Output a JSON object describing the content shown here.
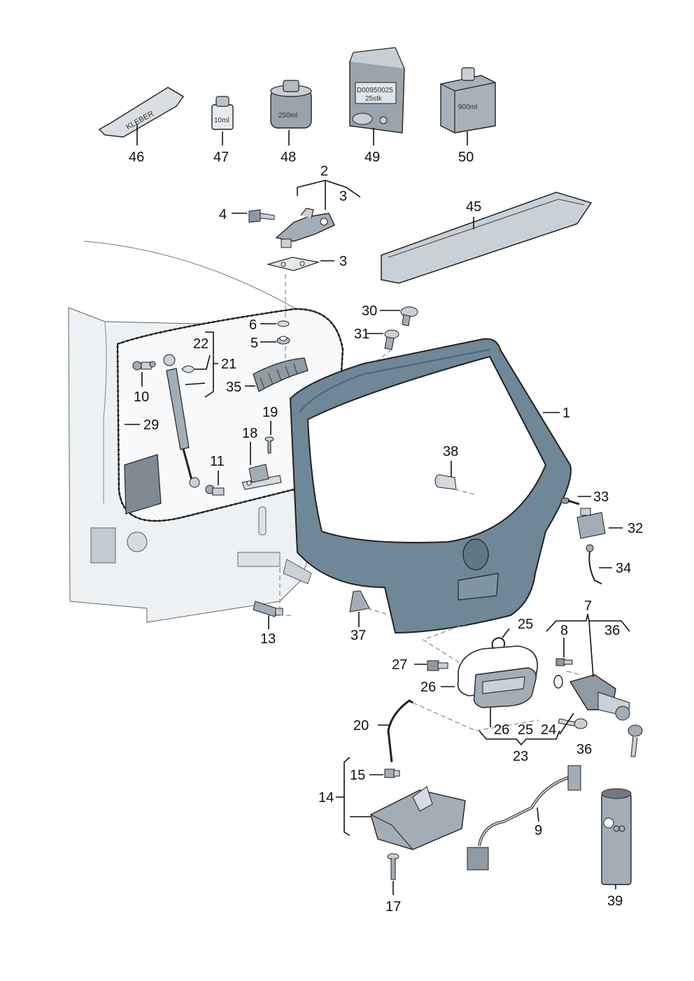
{
  "callouts": {
    "c1": "1",
    "c2": "2",
    "c3a": "3",
    "c3b": "3",
    "c4": "4",
    "c5": "5",
    "c6": "6",
    "c7": "7",
    "c8": "8",
    "c9": "9",
    "c10": "10",
    "c11": "11",
    "c13": "13",
    "c14": "14",
    "c15": "15",
    "c17": "17",
    "c18": "18",
    "c19": "19",
    "c20": "20",
    "c21": "21",
    "c22": "22",
    "c23": "23",
    "c24": "24",
    "c25a": "25",
    "c25b": "25",
    "c26a": "26",
    "c26b": "26",
    "c27": "27",
    "c29": "29",
    "c30": "30",
    "c31": "31",
    "c32": "32",
    "c33": "33",
    "c34": "34",
    "c35": "35",
    "c36a": "36",
    "c36b": "36",
    "c37": "37",
    "c38": "38",
    "c39": "39",
    "c45": "45",
    "c46": "46",
    "c47": "47",
    "c48": "48",
    "c49": "49",
    "c50": "50"
  },
  "part_text": {
    "tube_label": "KLEBER",
    "bottle_10": "10ml",
    "can_250": "250ml",
    "bag_line1": "D00950025",
    "bag_line2": "25stk",
    "box_900": "900ml"
  },
  "colors": {
    "tailgate": "#6f8797",
    "tailgate_dark": "#4e6675",
    "window": "#ffffff",
    "body_panel": "#eef1f3",
    "part_grey": "#8f9aa3",
    "part_light": "#c9d0d6"
  }
}
